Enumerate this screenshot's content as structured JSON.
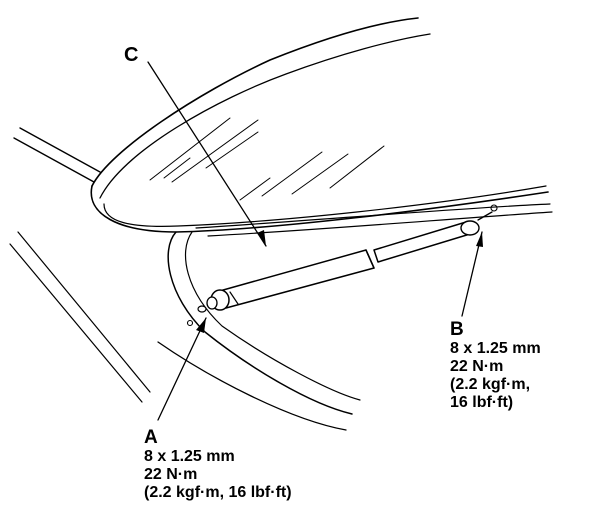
{
  "labels": {
    "c": "C",
    "a": {
      "letter": "A",
      "lines": [
        "8 x 1.25 mm",
        "22 N·m",
        "(2.2 kgf·m, 16 lbf·ft)"
      ]
    },
    "b": {
      "letter": "B",
      "lines": [
        "8 x 1.25 mm",
        "22 N·m",
        "(2.2 kgf·m,",
        "16 lbf·ft)"
      ]
    }
  },
  "colors": {
    "ink": "#000000",
    "paper": "#ffffff"
  }
}
